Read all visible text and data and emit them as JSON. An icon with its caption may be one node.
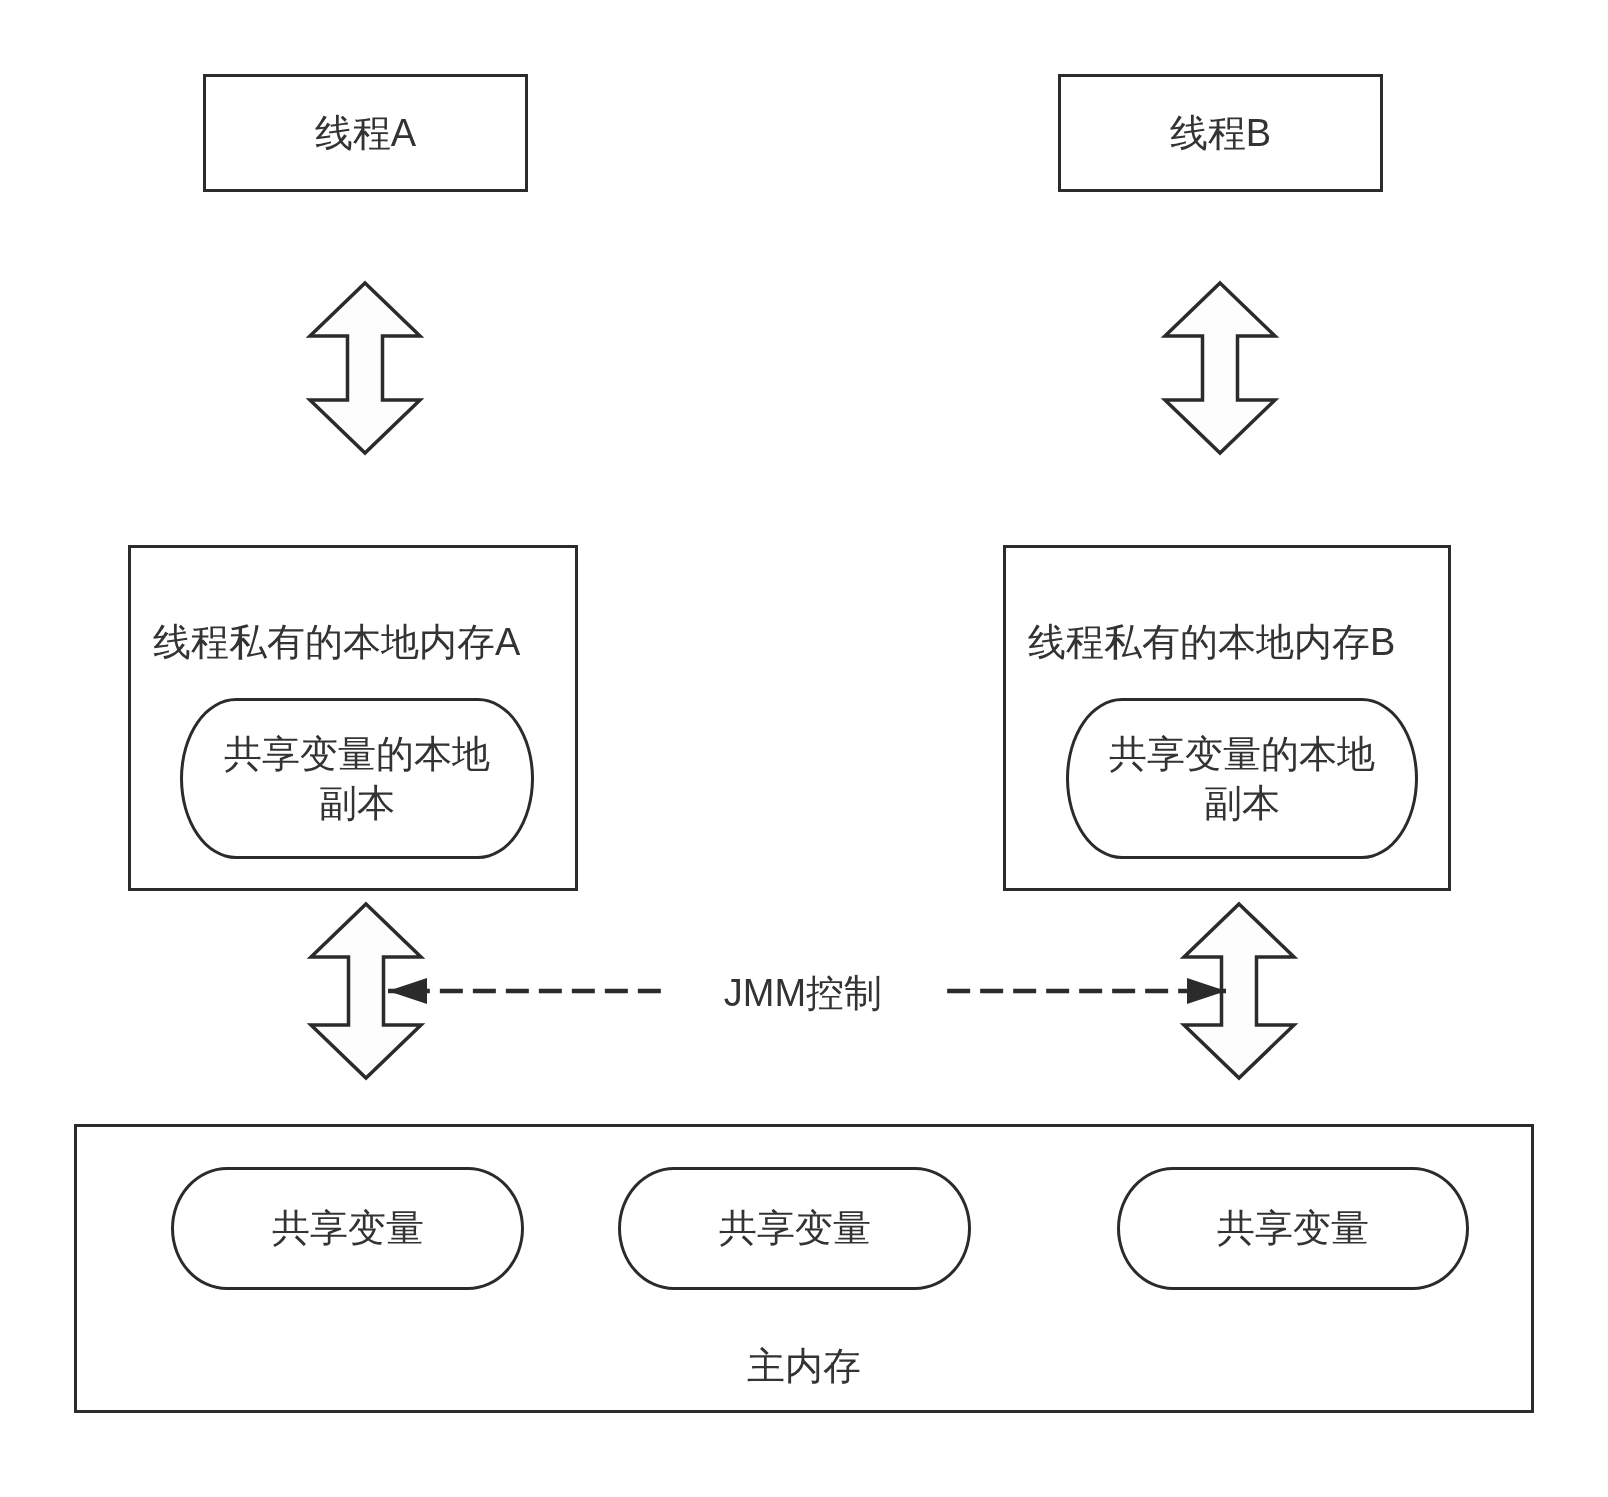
{
  "diagram": {
    "nodes": [
      {
        "text": [
          "线程A"
        ]
      },
      {
        "text": [
          "线程B"
        ]
      },
      {
        "text": [
          "线程私有的本地内存A"
        ]
      },
      {
        "text": [
          "共享变量的本地副本"
        ],
        "in": 2
      },
      {
        "text": [
          "线程私有的本地内存B"
        ]
      },
      {
        "text": [
          "共享变量的本地副本"
        ],
        "in": 4
      },
      {
        "text": [
          "JMM控制"
        ]
      },
      {
        "text": [
          "主内存"
        ]
      },
      {
        "text": [
          "共享变量"
        ],
        "in": 7
      },
      {
        "text": [
          "共享变量"
        ],
        "in": 7
      },
      {
        "text": [
          "共享变量"
        ],
        "in": 7
      }
    ],
    "edges": [
      {
        "from": 0,
        "to": 2,
        "arrow": "both"
      },
      {
        "from": 1,
        "to": 4,
        "arrow": "both"
      },
      {
        "from": 2,
        "to": 7,
        "arrow": "both"
      },
      {
        "from": 4,
        "to": 7,
        "arrow": "both"
      },
      {
        "from": 6,
        "to": null,
        "arrow": "to",
        "style": "dashed"
      },
      {
        "from": 6,
        "to": null,
        "arrow": "to",
        "style": "dashed"
      }
    ]
  }
}
